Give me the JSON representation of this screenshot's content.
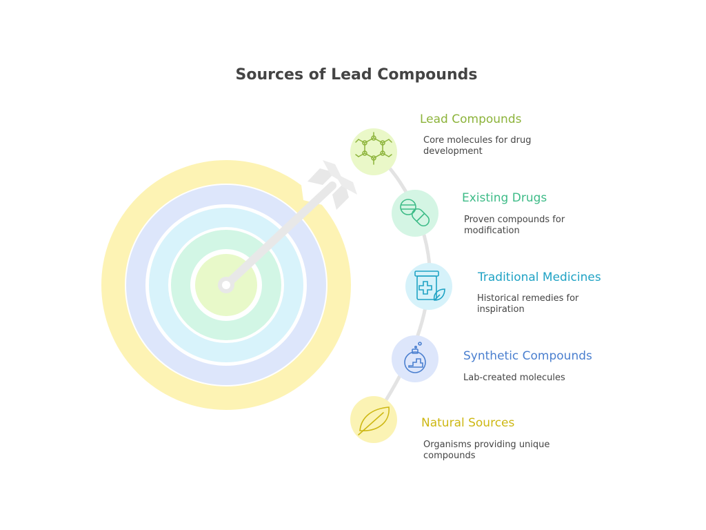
{
  "title": "Sources of Lead Compounds",
  "colors": {
    "title": "#444444",
    "ring_outer": "#fdf3b4",
    "ring_2": "#dde6fb",
    "ring_3": "#d8f3fb",
    "ring_4": "#d2f6e5",
    "ring_center": "#e8f9c9",
    "arrow": "#e8e8e8",
    "connector": "#e3e3e3"
  },
  "items": [
    {
      "title": "Lead Compounds",
      "description": "Core molecules for drug development",
      "icon": "molecule-icon",
      "color": "#8cb33a",
      "bg": "#eaf8c8"
    },
    {
      "title": "Existing Drugs",
      "description": "Proven compounds for modification",
      "icon": "pills-icon",
      "color": "#3dbb87",
      "bg": "#d4f5e4"
    },
    {
      "title": "Traditional Medicines",
      "description": "Historical remedies for inspiration",
      "icon": "medicine-jar-icon",
      "color": "#1ea2c4",
      "bg": "#d6f2fa"
    },
    {
      "title": "Synthetic Compounds",
      "description": "Lab-created molecules",
      "icon": "flask-icon",
      "color": "#4a7fcf",
      "bg": "#dde6fb"
    },
    {
      "title": "Natural Sources",
      "description": "Organisms providing unique compounds",
      "icon": "leaf-icon",
      "color": "#cdb712",
      "bg": "#fbf3b4"
    }
  ]
}
